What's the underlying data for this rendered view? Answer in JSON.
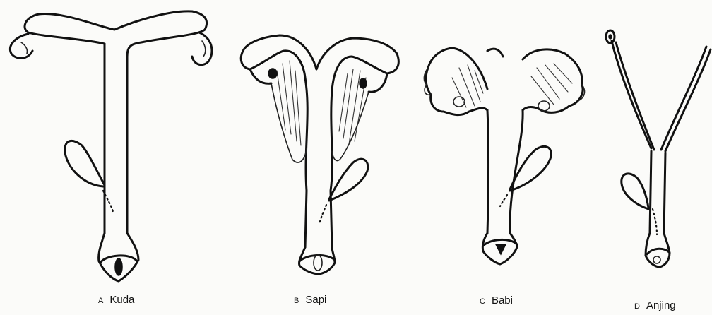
{
  "figure": {
    "panels": [
      {
        "letter": "A",
        "name": "Kuda"
      },
      {
        "letter": "B",
        "name": "Sapi"
      },
      {
        "letter": "C",
        "name": "Babi"
      },
      {
        "letter": "D",
        "name": "Anjing"
      }
    ]
  }
}
